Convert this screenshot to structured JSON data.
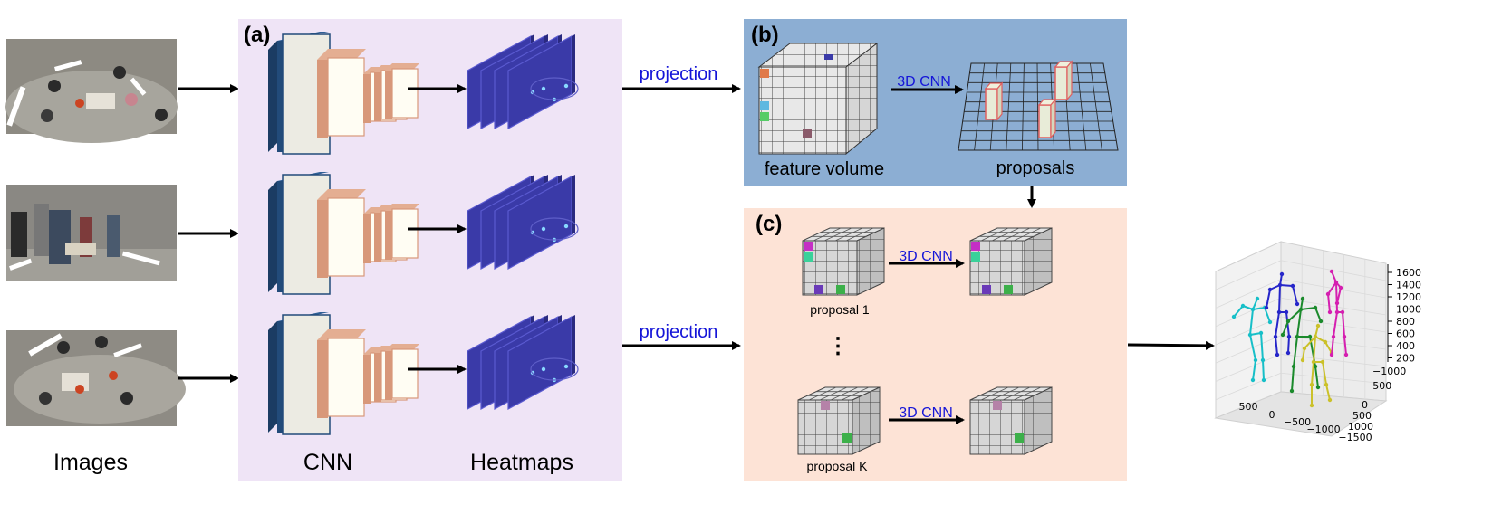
{
  "labels": {
    "images": "Images",
    "cnn": "CNN",
    "heatmaps": "Heatmaps",
    "projection_top": "projection",
    "projection_bottom": "projection",
    "feature_volume": "feature volume",
    "proposals": "proposals",
    "cnn3d_b": "3D CNN",
    "cnn3d_c1": "3D CNN",
    "cnn3d_c2": "3D CNN",
    "proposal_1": "proposal 1",
    "proposal_k": "proposal K",
    "ellipsis": "⋮"
  },
  "panels": {
    "a": "(a)",
    "b": "(b)",
    "c": "(c)"
  },
  "colors": {
    "panel_a_bg": "#efe4f6",
    "panel_b_bg": "#8caed3",
    "panel_c_bg": "#fde3d6",
    "cnn_dark": "#224b7a",
    "cnn_copper": "#d8987a",
    "heatmap": "#3a3aa8",
    "label_blue": "#1515d8",
    "skeleton_colors": [
      "#17bfc8",
      "#2626c9",
      "#1b8a2c",
      "#cbc12a",
      "#d51fb0"
    ]
  },
  "plot3d": {
    "z_ticks": [
      "1600",
      "1400",
      "1200",
      "1000",
      "800",
      "600",
      "400",
      "200"
    ],
    "x_ticks": [
      "500",
      "0",
      "−500",
      "−1000",
      "−1500"
    ],
    "y_ticks": [
      "−1000",
      "−500",
      "0",
      "500",
      "1000"
    ]
  }
}
